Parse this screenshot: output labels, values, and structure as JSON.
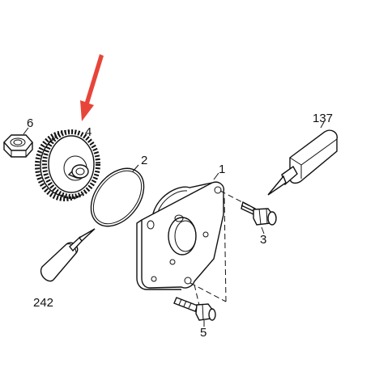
{
  "callouts": {
    "part_6": "6",
    "part_4": "4",
    "part_2": "2",
    "part_1": "1",
    "part_137": "137",
    "part_3": "3",
    "part_242": "242",
    "part_5": "5"
  },
  "colors": {
    "line": "#111111",
    "arrow": "#e8453a",
    "background": "#ffffff"
  }
}
